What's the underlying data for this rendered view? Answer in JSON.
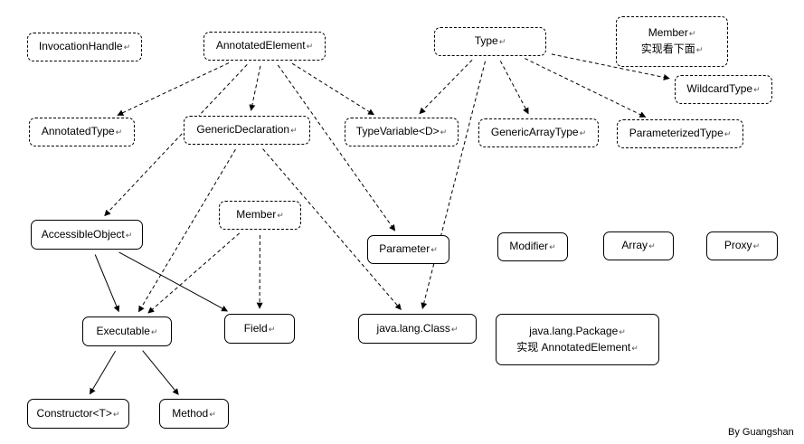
{
  "nodes": {
    "invocation_handle": {
      "lines": [
        "InvocationHandle"
      ],
      "style": "dashed"
    },
    "annotated_element": {
      "lines": [
        "AnnotatedElement"
      ],
      "style": "dashed"
    },
    "type": {
      "lines": [
        "Type"
      ],
      "style": "dashed"
    },
    "member_note": {
      "lines": [
        "Member",
        "实现看下面"
      ],
      "style": "dashed"
    },
    "wildcard_type": {
      "lines": [
        "WildcardType"
      ],
      "style": "dashed"
    },
    "annotated_type": {
      "lines": [
        "AnnotatedType"
      ],
      "style": "dashed"
    },
    "generic_declaration": {
      "lines": [
        "GenericDeclaration"
      ],
      "style": "dashed"
    },
    "type_variable": {
      "lines": [
        "TypeVariable<D>"
      ],
      "style": "dashed"
    },
    "generic_array_type": {
      "lines": [
        "GenericArrayType"
      ],
      "style": "dashed"
    },
    "parameterized_type": {
      "lines": [
        "ParameterizedType"
      ],
      "style": "dashed"
    },
    "accessible_object": {
      "lines": [
        "AccessibleObject"
      ],
      "style": "solid"
    },
    "member": {
      "lines": [
        "Member"
      ],
      "style": "dashed"
    },
    "parameter": {
      "lines": [
        "Parameter"
      ],
      "style": "solid"
    },
    "modifier": {
      "lines": [
        "Modifier"
      ],
      "style": "solid"
    },
    "array": {
      "lines": [
        "Array"
      ],
      "style": "solid"
    },
    "proxy": {
      "lines": [
        "Proxy"
      ],
      "style": "solid"
    },
    "executable": {
      "lines": [
        "Executable"
      ],
      "style": "solid"
    },
    "field": {
      "lines": [
        "Field"
      ],
      "style": "solid"
    },
    "java_lang_class": {
      "lines": [
        "java.lang.Class"
      ],
      "style": "solid"
    },
    "java_lang_package": {
      "lines": [
        "java.lang.Package",
        "实现 AnnotatedElement"
      ],
      "style": "solid"
    },
    "constructor": {
      "lines": [
        "Constructor<T>"
      ],
      "style": "solid"
    },
    "method": {
      "lines": [
        "Method"
      ],
      "style": "solid"
    }
  },
  "edges": [
    {
      "from": "annotated_element",
      "to": "annotated_type",
      "style": "dashed"
    },
    {
      "from": "annotated_element",
      "to": "generic_declaration",
      "style": "dashed"
    },
    {
      "from": "annotated_element",
      "to": "accessible_object",
      "style": "dashed"
    },
    {
      "from": "annotated_element",
      "to": "type_variable",
      "style": "dashed"
    },
    {
      "from": "annotated_element",
      "to": "parameter",
      "style": "dashed"
    },
    {
      "from": "type",
      "to": "type_variable",
      "style": "dashed"
    },
    {
      "from": "type",
      "to": "generic_array_type",
      "style": "dashed"
    },
    {
      "from": "type",
      "to": "parameterized_type",
      "style": "dashed"
    },
    {
      "from": "type",
      "to": "wildcard_type",
      "style": "dashed"
    },
    {
      "from": "type",
      "to": "java_lang_class",
      "style": "dashed"
    },
    {
      "from": "generic_declaration",
      "to": "executable",
      "style": "dashed"
    },
    {
      "from": "generic_declaration",
      "to": "java_lang_class",
      "style": "dashed"
    },
    {
      "from": "member",
      "to": "executable",
      "style": "dashed"
    },
    {
      "from": "member",
      "to": "field",
      "style": "dashed"
    },
    {
      "from": "accessible_object",
      "to": "executable",
      "style": "solid"
    },
    {
      "from": "accessible_object",
      "to": "field",
      "style": "solid"
    },
    {
      "from": "executable",
      "to": "constructor",
      "style": "solid"
    },
    {
      "from": "executable",
      "to": "method",
      "style": "solid"
    }
  ],
  "credit": "By Guangshan",
  "colors": {
    "line": "#000000",
    "box_fill": "#ffffff",
    "text": "#000000"
  }
}
